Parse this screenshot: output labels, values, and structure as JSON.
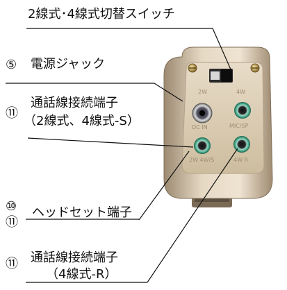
{
  "labels": {
    "switch": "2線式･4線式切替スイッチ",
    "power_jack": "電源ジャック",
    "call_line_terminal": "通話線接続端子",
    "call_line_terminal_sub": "（2線式、4線式-S）",
    "headset_terminal": "ヘッドセット端子",
    "call_line_terminal_r": "通話線接続端子",
    "call_line_terminal_r_sub": "（4線式-R）"
  },
  "numbers": {
    "power_jack": "⑤",
    "call_line_terminal": "⑪",
    "headset_10": "⑩",
    "headset_11": "⑪",
    "call_line_terminal_r": "⑪"
  },
  "panel": {
    "switch_left": "2W",
    "switch_right": "4W",
    "dc_in": "DC IN",
    "mic_sp": "MIC/SP",
    "term_2w4ws": "2W 4W/S",
    "term_4wr": "4W R"
  }
}
